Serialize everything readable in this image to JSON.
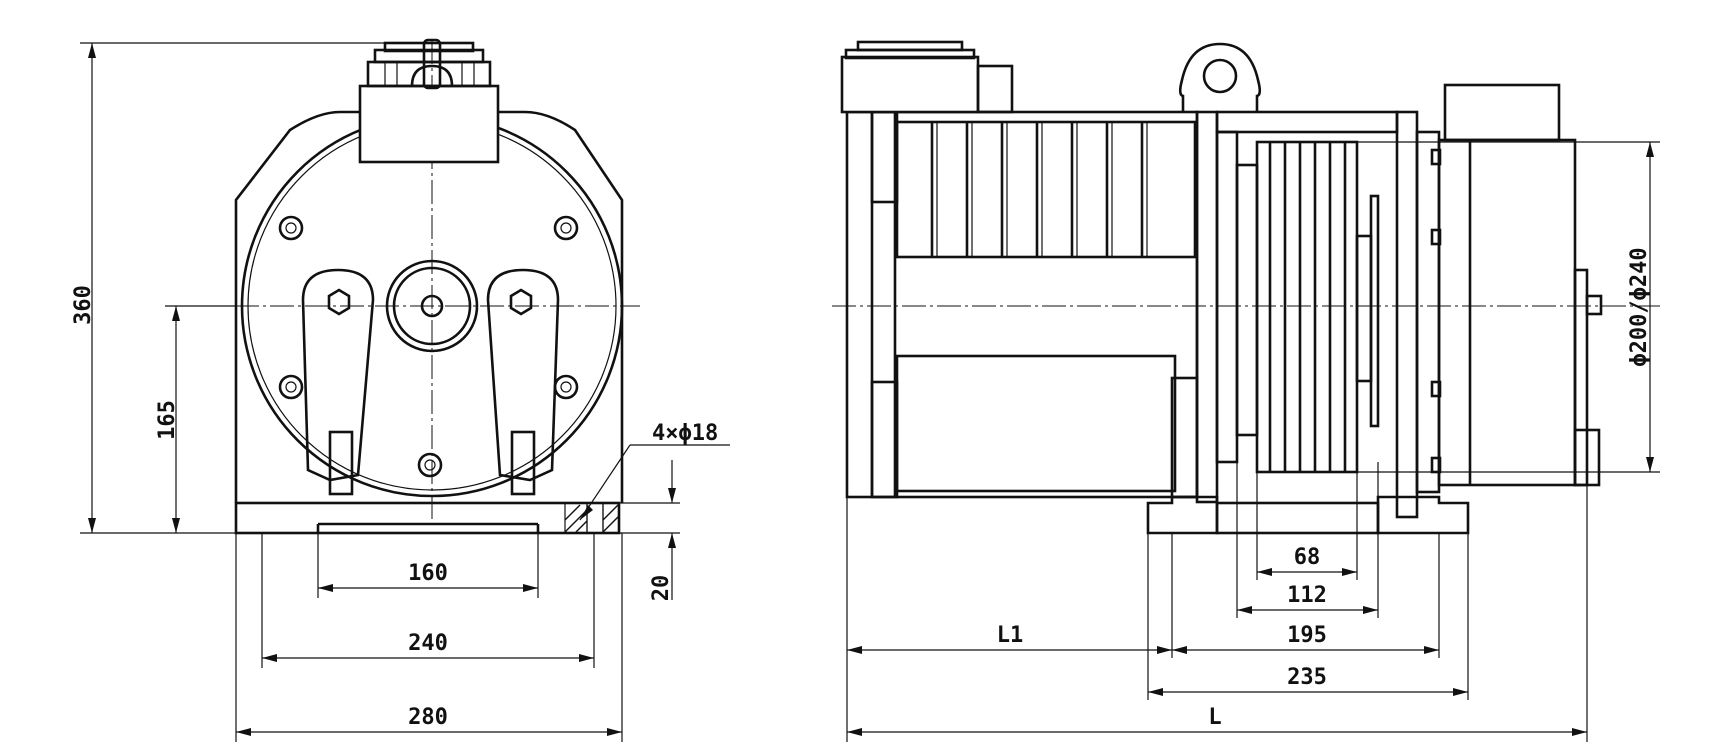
{
  "front_view": {
    "dim_height": "360",
    "dim_axis_height": "165",
    "dim_bolt_spacing": "160",
    "dim_mount_spacing": "240",
    "dim_base_width": "280",
    "dim_base_thickness": "20",
    "hole_callout": "4×ϕ18"
  },
  "side_view": {
    "dim_sheave_diameter": "ϕ200/ϕ240",
    "dim_groove_width": "68",
    "dim_sheave_width": "112",
    "dim_mount_span": "195",
    "dim_base_span": "235",
    "dim_L1": "L1",
    "dim_L": "L"
  }
}
